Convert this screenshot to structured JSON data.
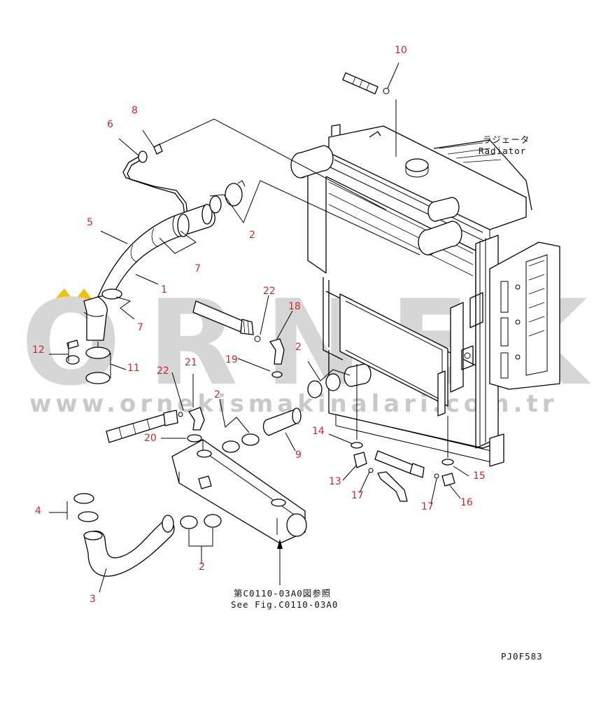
{
  "watermark": {
    "brand": "ORNEK",
    "url": "www.ornekismakinalari.com.tr",
    "color": "#d6d6d6",
    "accent": "#f2c200"
  },
  "labels": {
    "radiator_jp": "ラジェータ",
    "radiator_en": "Radiator",
    "see_fig_jp": "第C0110-03A0図参照",
    "see_fig_en": "See Fig.C0110-03A0",
    "drawing_code": "PJ0F583"
  },
  "callouts": [
    {
      "id": "c10",
      "text": "10"
    },
    {
      "id": "c8",
      "text": "8"
    },
    {
      "id": "c6",
      "text": "6"
    },
    {
      "id": "c5",
      "text": "5"
    },
    {
      "id": "c2a",
      "text": "2"
    },
    {
      "id": "c7a",
      "text": "7"
    },
    {
      "id": "c1",
      "text": "1"
    },
    {
      "id": "c7b",
      "text": "7"
    },
    {
      "id": "c22a",
      "text": "22"
    },
    {
      "id": "c18",
      "text": "18"
    },
    {
      "id": "c2b",
      "text": "2"
    },
    {
      "id": "c12",
      "text": "12"
    },
    {
      "id": "c11",
      "text": "11"
    },
    {
      "id": "c19",
      "text": "19"
    },
    {
      "id": "c22b",
      "text": "22"
    },
    {
      "id": "c21",
      "text": "21"
    },
    {
      "id": "c2c",
      "text": "2"
    },
    {
      "id": "c20",
      "text": "20"
    },
    {
      "id": "c14",
      "text": "14"
    },
    {
      "id": "c9",
      "text": "9"
    },
    {
      "id": "c13",
      "text": "13"
    },
    {
      "id": "c15",
      "text": "15"
    },
    {
      "id": "c17a",
      "text": "17"
    },
    {
      "id": "c17b",
      "text": "17"
    },
    {
      "id": "c16",
      "text": "16"
    },
    {
      "id": "c4",
      "text": "4"
    },
    {
      "id": "c2d",
      "text": "2"
    },
    {
      "id": "c3",
      "text": "3"
    }
  ]
}
